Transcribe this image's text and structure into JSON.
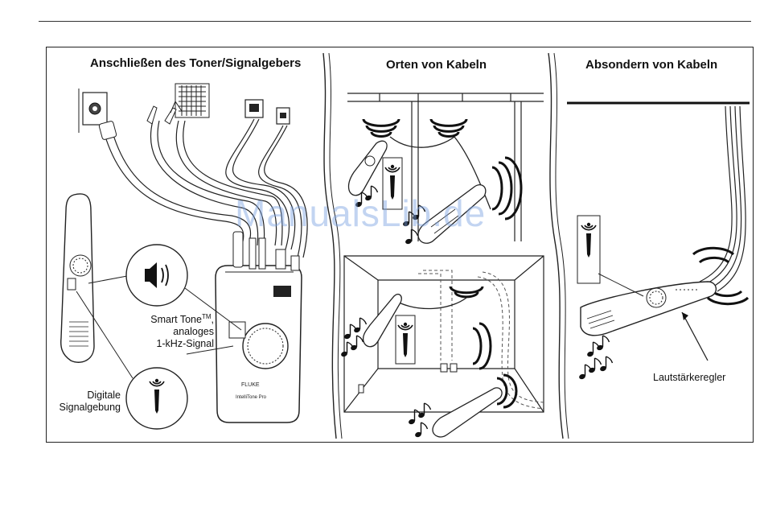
{
  "panels": {
    "connect": {
      "title": "Anschließen des Toner/Signalgebers"
    },
    "locate": {
      "title": "Orten von Kabeln"
    },
    "isolate": {
      "title": "Absondern von Kabeln"
    }
  },
  "callouts": {
    "smart_tone_line1": "Smart Tone",
    "smart_tone_tm": "TM",
    "smart_tone_line1_suffix": ",",
    "smart_tone_line2": "analoges",
    "smart_tone_line3": "1-kHz-Signal",
    "digital_line1": "Digitale",
    "digital_line2": "Signalgebung",
    "volume_control": "Lautstärkeregler"
  },
  "watermark": "ManualsLib.de",
  "icons": [
    "speaker-icon",
    "digital-signal-icon",
    "music-note-icon",
    "tone-wave-icon"
  ],
  "colors": {
    "line": "#222222",
    "watermark": "#78a0e1",
    "background": "#ffffff"
  }
}
